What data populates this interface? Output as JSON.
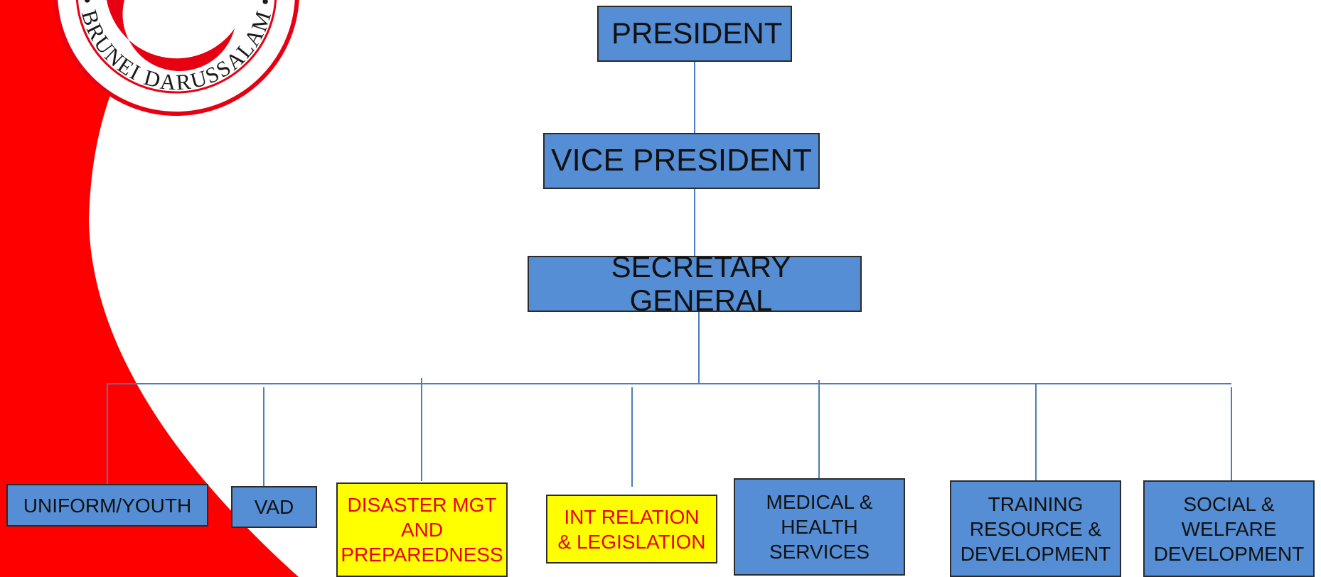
{
  "colors": {
    "box_fill": "#558ed5",
    "highlight_fill": "#ffff00",
    "highlight_text": "#e8001c",
    "connector": "#4a7ebb",
    "brand_red": "#ff0000"
  },
  "logo": {
    "ring_text": "• BRUNEI DARUSSALAM •",
    "icon": "crescent-icon"
  },
  "org": {
    "president": "PRESIDENT",
    "vice_president": "VICE PRESIDENT",
    "secretary_general": "SECRETARY GENERAL",
    "departments": [
      {
        "label": "UNIFORM/YOUTH",
        "highlight": false
      },
      {
        "label": "VAD",
        "highlight": false
      },
      {
        "label": "DISASTER MGT\nAND\nPREPAREDNESS",
        "highlight": true
      },
      {
        "label": "INT RELATION\n& LEGISLATION",
        "highlight": true
      },
      {
        "label": "MEDICAL &\nHEALTH\nSERVICES",
        "highlight": false
      },
      {
        "label": "TRAINING\nRESOURCE &\nDEVELOPMENT",
        "highlight": false
      },
      {
        "label": "SOCIAL &\nWELFARE\nDEVELOPMENT",
        "highlight": false
      }
    ]
  }
}
